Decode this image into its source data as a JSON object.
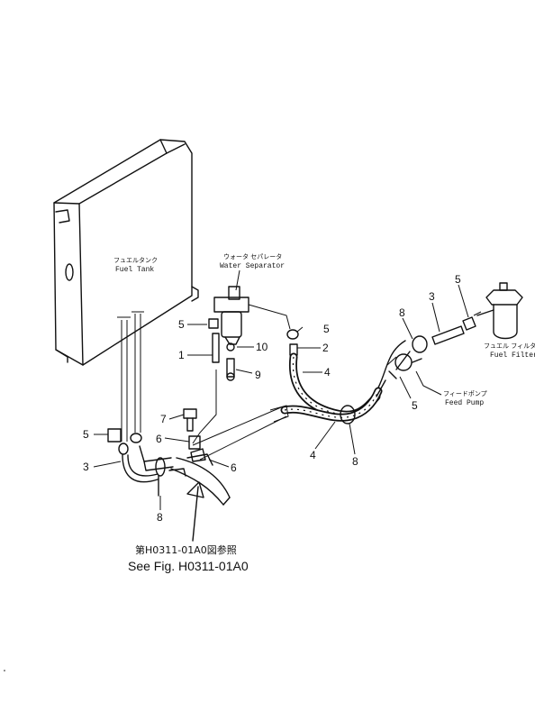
{
  "components": {
    "fuel_tank": {
      "label_jp": "フュエルタンク",
      "label_en": "Fuel Tank"
    },
    "water_separator": {
      "label_jp": "ウォータ セパレータ",
      "label_en": "Water Separator"
    },
    "fuel_filter": {
      "label_jp": "フュエル フィルタ",
      "label_en": "Fuel Filter"
    },
    "feed_pump": {
      "label_jp": "フィードポンプ",
      "label_en": "Feed Pump"
    }
  },
  "callouts": {
    "c1": "1",
    "c2": "2",
    "c3a": "3",
    "c3b": "3",
    "c4a": "4",
    "c4b": "4",
    "c5a": "5",
    "c5b": "5",
    "c5c": "5",
    "c5d": "5",
    "c5e": "5",
    "c6a": "6",
    "c6b": "6",
    "c7": "7",
    "c8a": "8",
    "c8b": "8",
    "c8c": "8",
    "c9": "9",
    "c10": "10"
  },
  "reference": {
    "text_jp": "第H0311-01A0図参照",
    "text_en": "See Fig. H0311-01A0"
  }
}
